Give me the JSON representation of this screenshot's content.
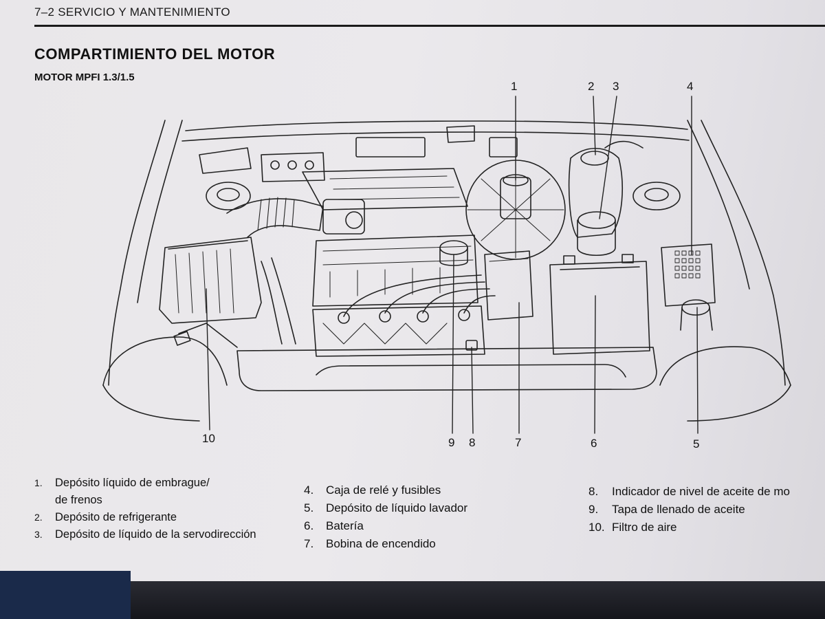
{
  "header": {
    "running_head": "7–2  SERVICIO Y MANTENIMIENTO"
  },
  "section": {
    "title": "COMPARTIMIENTO DEL MOTOR",
    "subtitle": "MOTOR MPFI 1.3/1.5"
  },
  "callouts": {
    "top": [
      "1",
      "2",
      "3",
      "4"
    ],
    "bottom": [
      "10",
      "9",
      "8",
      "7",
      "6",
      "5"
    ]
  },
  "legend": {
    "col1": [
      {
        "num": "1.",
        "text": "Depósito líquido de embrague/",
        "cont": "de frenos"
      },
      {
        "num": "2.",
        "text": "Depósito de refrigerante"
      },
      {
        "num": "3.",
        "text": "Depósito de líquido de la servodirección"
      }
    ],
    "col2": [
      {
        "num": "4.",
        "text": "Caja de relé y fusibles"
      },
      {
        "num": "5.",
        "text": "Depósito de líquido lavador"
      },
      {
        "num": "6.",
        "text": "Batería"
      },
      {
        "num": "7.",
        "text": "Bobina de encendido"
      }
    ],
    "col3": [
      {
        "num": "8.",
        "text": "Indicador de nivel de aceite de mo"
      },
      {
        "num": "9.",
        "text": "Tapa de llenado de aceite"
      },
      {
        "num": "10.",
        "text": "Filtro de aire"
      }
    ]
  }
}
